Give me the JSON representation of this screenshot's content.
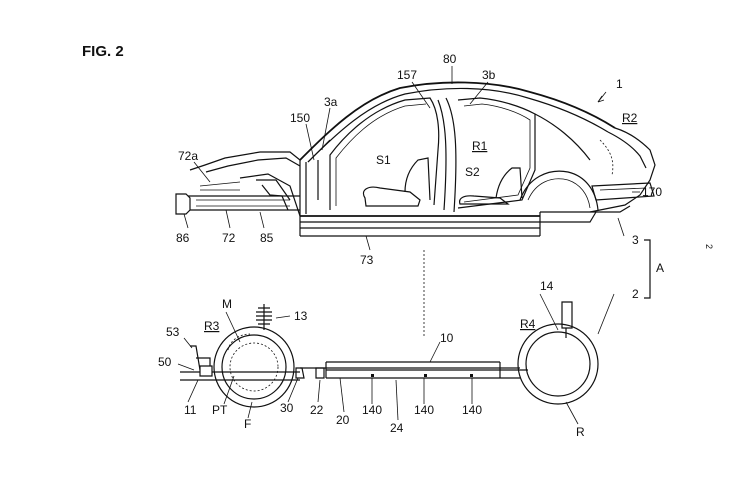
{
  "figure": {
    "title": "FIG. 2",
    "page_mark": "2",
    "labels": {
      "l1": "1",
      "l80": "80",
      "l157": "157",
      "l3b": "3b",
      "l3a": "3a",
      "l150": "150",
      "lR1": "R1",
      "lR2": "R2",
      "lS1": "S1",
      "lS2": "S2",
      "l72a": "72a",
      "l170": "170",
      "l86": "86",
      "l72": "72",
      "l85": "85",
      "l73": "73",
      "l3": "3",
      "lA": "A",
      "l2": "2",
      "l14": "14",
      "lM": "M",
      "l13": "13",
      "lR3": "R3",
      "lR4": "R4",
      "l53": "53",
      "l10": "10",
      "l50": "50",
      "l11": "11",
      "lPT": "PT",
      "l30": "30",
      "l22": "22",
      "l20": "20",
      "l140a": "140",
      "l24": "24",
      "l140b": "140",
      "l140c": "140",
      "lF": "F",
      "lR": "R"
    }
  }
}
